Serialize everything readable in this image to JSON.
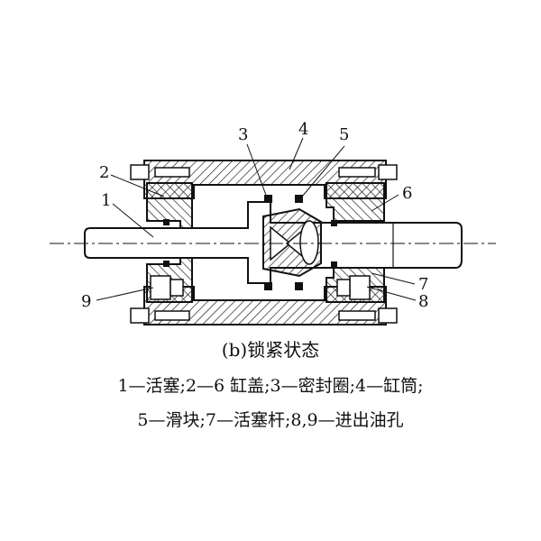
{
  "labels": {
    "n1": "1",
    "n2": "2",
    "n3": "3",
    "n4": "4",
    "n5": "5",
    "n6": "6",
    "n7": "7",
    "n8": "8",
    "n9": "9"
  },
  "caption": {
    "title": "(b)锁紧状态",
    "legend_line1": "1—活塞;2—6 缸盖;3—密封圈;4—缸筒;",
    "legend_line2": "5—滑块;7—活塞杆;8,9—进出油孔"
  },
  "colors": {
    "line": "#111111",
    "background": "#ffffff"
  }
}
